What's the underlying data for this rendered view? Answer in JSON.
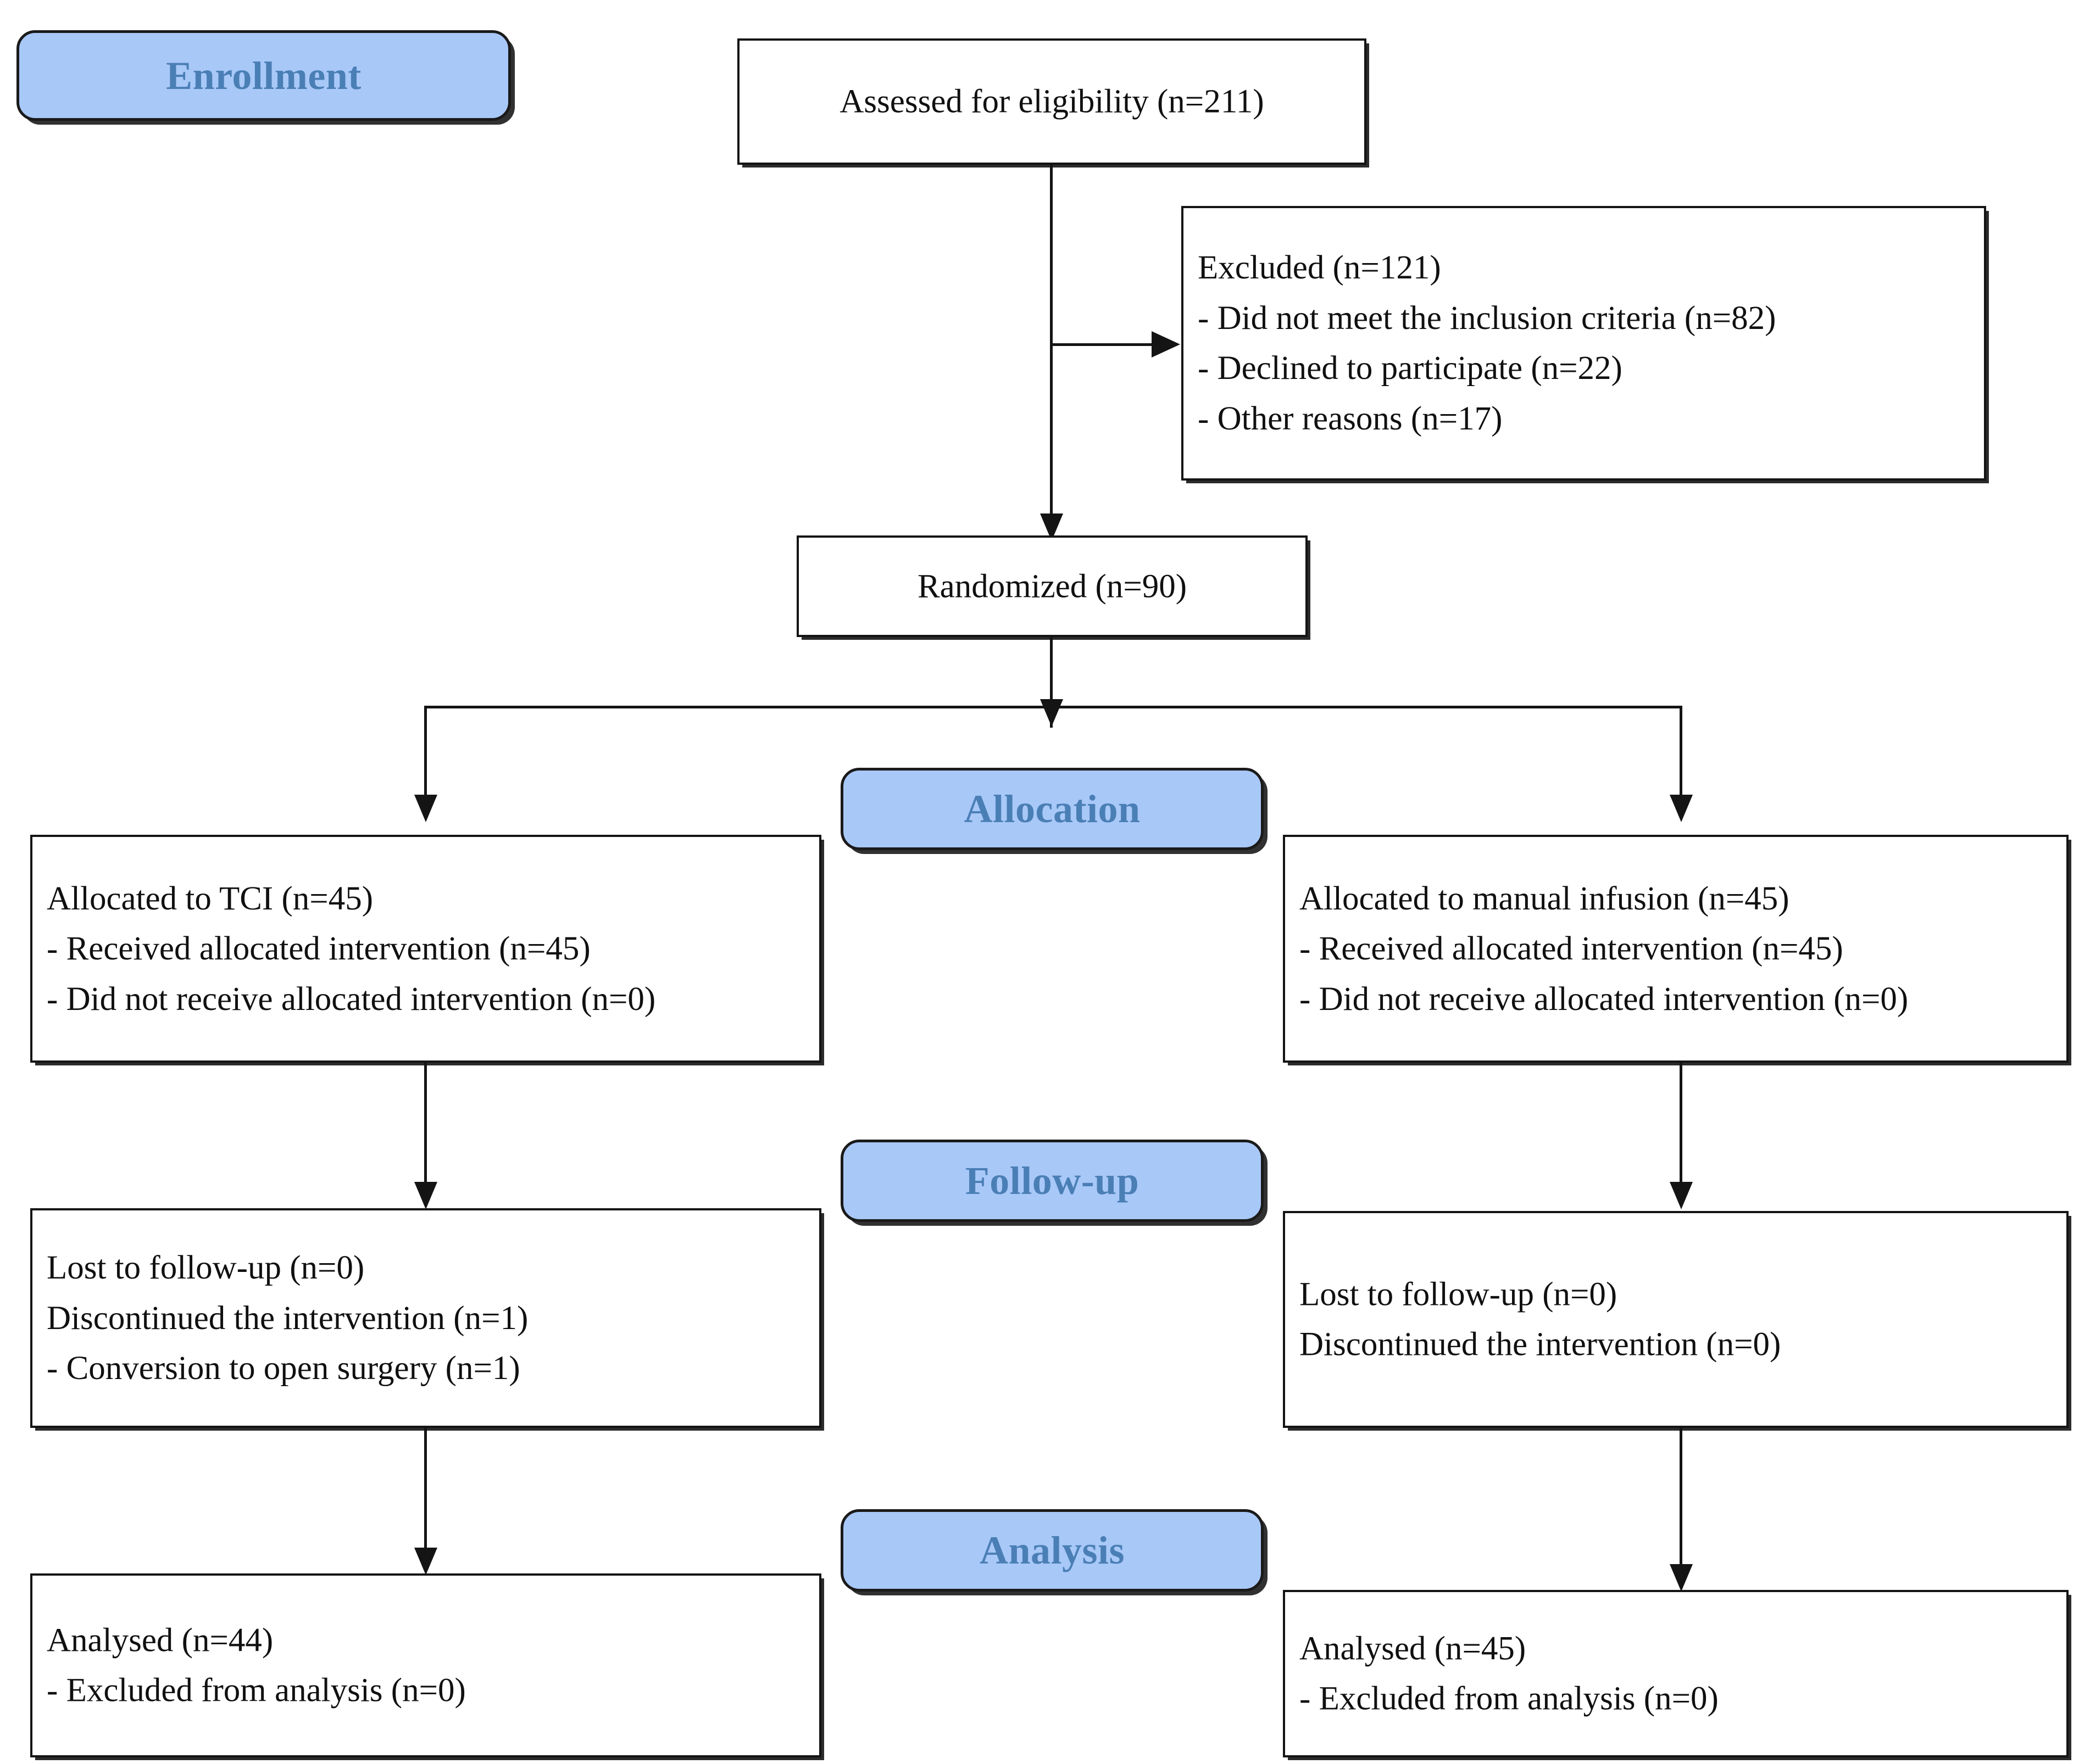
{
  "diagram": {
    "title": "CONSORT participant flow diagram",
    "colors": {
      "badge_fill": "#a8c8f8",
      "badge_text": "#4a7fb5",
      "badge_border": "#1a1a1a",
      "box_border": "#141414",
      "box_fill": "#ffffff",
      "connector": "#141414",
      "text": "#101010"
    }
  },
  "stages": {
    "enrollment": "Enrollment",
    "allocation": "Allocation",
    "followup": "Follow-up",
    "analysis": "Analysis"
  },
  "enrollment": {
    "assessed": {
      "lines": [
        "Assessed for eligibility (n=211)"
      ]
    },
    "excluded": {
      "lines": [
        "Excluded (n=121)",
        "- Did not meet the inclusion criteria (n=82)",
        "- Declined to participate (n=22)",
        "- Other reasons (n=17)"
      ]
    },
    "randomized": {
      "lines": [
        "Randomized (n=90)"
      ]
    }
  },
  "allocation": {
    "left": {
      "lines": [
        "Allocated to TCI (n=45)",
        "- Received allocated intervention (n=45)",
        "- Did not receive allocated intervention (n=0)"
      ]
    },
    "right": {
      "lines": [
        "Allocated to manual infusion (n=45)",
        "- Received allocated intervention (n=45)",
        "- Did not receive allocated intervention (n=0)"
      ]
    }
  },
  "followup": {
    "left": {
      "lines": [
        "Lost to follow-up (n=0)",
        "Discontinued the intervention (n=1)",
        "- Conversion to open surgery (n=1)"
      ]
    },
    "right": {
      "lines": [
        "Lost to follow-up (n=0)",
        "Discontinued the intervention (n=0)"
      ]
    }
  },
  "analysis": {
    "left": {
      "lines": [
        " Analysed (n=44)",
        " - Excluded from analysis (n=0)"
      ]
    },
    "right": {
      "lines": [
        "Analysed (n=45)",
        " - Excluded from analysis (n=0)"
      ]
    }
  }
}
